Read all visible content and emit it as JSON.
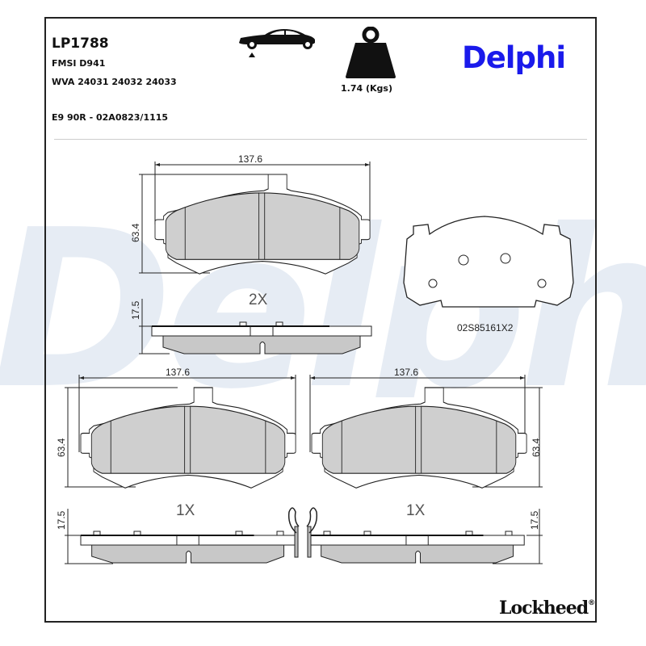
{
  "product": {
    "code": "LP1788",
    "fmsi": "FMSI D941",
    "wva": "WVA 24031 24032 24033",
    "approval": "E9 90R - 02A0823/1115",
    "weight_label": "1.74 (Kgs)"
  },
  "icons": {
    "axle_position": "car-front-axle-icon",
    "weight": "weight-icon"
  },
  "brand": {
    "name": "Delphi",
    "color": "#1a1aeb",
    "watermark": "Delphi",
    "watermark_color": "#e6ecf4"
  },
  "footer": {
    "brand": "Lockheed",
    "registered": "®"
  },
  "drawings": {
    "top_pad": {
      "width": "137.6",
      "height": "63.4",
      "thickness": "17.5",
      "quantity": "2X"
    },
    "shim": {
      "part_number": "02S85161X2"
    },
    "bottom_left_pad": {
      "width": "137.6",
      "height": "63.4",
      "thickness": "17.5",
      "quantity": "1X"
    },
    "bottom_right_pad": {
      "width": "137.6",
      "height": "63.4",
      "thickness": "17.5",
      "quantity": "1X"
    }
  }
}
